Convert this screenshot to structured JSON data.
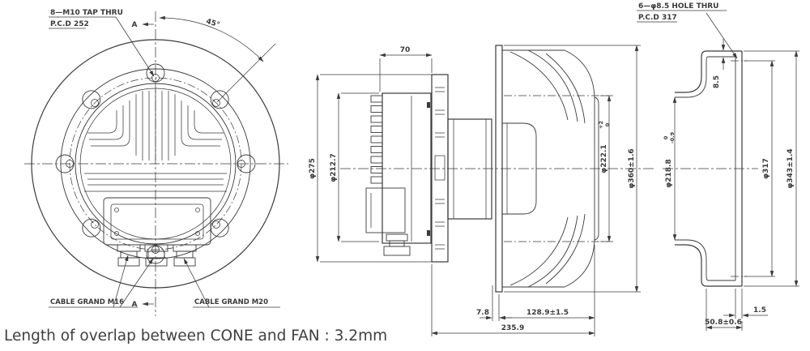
{
  "colors": {
    "line": "#3a3a3a",
    "background": "#ffffff",
    "text": "#3f3f3f"
  },
  "footer_note": "Length of overlap between CONE and FAN : 3.2mm",
  "front_view": {
    "tap_label_line1": "8—M10 TAP THRU",
    "tap_label_line2": "P.C.D 252",
    "angle_label": "45°",
    "section_letter_top": "A",
    "section_letter_bottom": "A",
    "cable_gland_left": "CABLE GRAND M16",
    "cable_gland_right": "CABLE GRAND M20"
  },
  "side_view": {
    "width_top": "70",
    "dia_motor_flange": "φ275",
    "dia_motor_body": "φ212.7",
    "dia_fan_inlet": "φ222.1",
    "dia_fan_inlet_tol_upper": "+2",
    "dia_fan_inlet_tol_lower": "0",
    "dia_fan_outer": "φ360±1.6",
    "depth_backplate_offset": "7.8",
    "depth_fan": "128.9±1.5",
    "depth_total": "235.9"
  },
  "cone_view": {
    "hole_label_line1": "6—φ8.5 HOLE THRU",
    "hole_label_line2": "P.C.D 317",
    "lip_offset": "8.5",
    "dia_throat": "φ218.8",
    "dia_throat_tol_upper": "0",
    "dia_throat_tol_lower": "-0.9",
    "dia_bolt_circle": "φ317",
    "dia_flange": "φ343±1.4",
    "flange_gap": "1.5",
    "depth_total": "50.8±0.6"
  }
}
